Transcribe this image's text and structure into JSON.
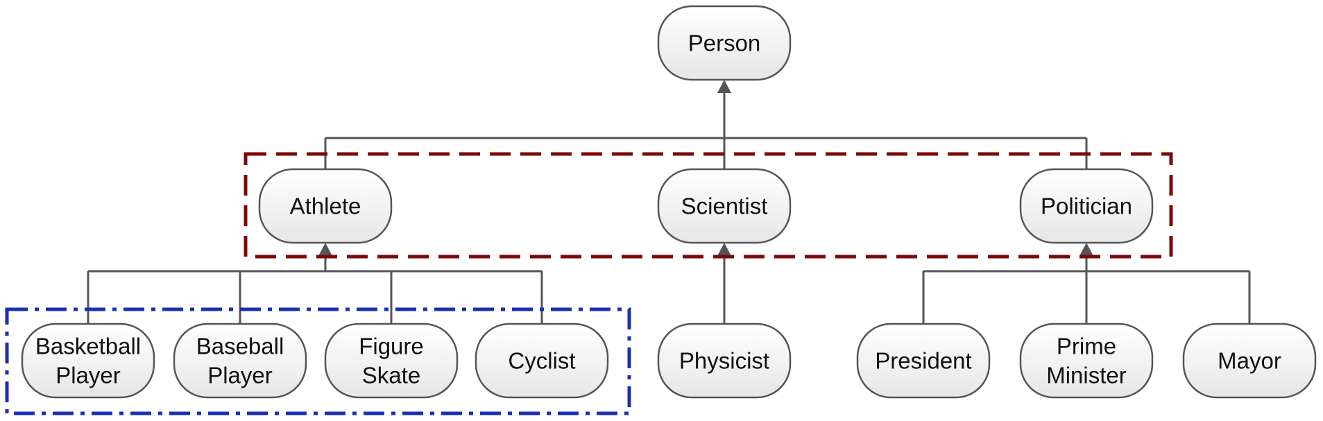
{
  "diagram": {
    "nodes": {
      "person": {
        "lines": [
          "Person"
        ]
      },
      "athlete": {
        "lines": [
          "Athlete"
        ]
      },
      "scientist": {
        "lines": [
          "Scientist"
        ]
      },
      "politician": {
        "lines": [
          "Politician"
        ]
      },
      "basketball": {
        "lines": [
          "Basketball",
          "Player"
        ]
      },
      "baseball": {
        "lines": [
          "Baseball",
          "Player"
        ]
      },
      "figure": {
        "lines": [
          "Figure",
          "Skate"
        ]
      },
      "cyclist": {
        "lines": [
          "Cyclist"
        ]
      },
      "physicist": {
        "lines": [
          "Physicist"
        ]
      },
      "president": {
        "lines": [
          "President"
        ]
      },
      "prime": {
        "lines": [
          "Prime",
          "Minister"
        ]
      },
      "mayor": {
        "lines": [
          "Mayor"
        ]
      }
    },
    "edges": [
      {
        "from": "athlete",
        "to": "person"
      },
      {
        "from": "scientist",
        "to": "person"
      },
      {
        "from": "politician",
        "to": "person"
      },
      {
        "from": "basketball",
        "to": "athlete"
      },
      {
        "from": "baseball",
        "to": "athlete"
      },
      {
        "from": "figure",
        "to": "athlete"
      },
      {
        "from": "cyclist",
        "to": "athlete"
      },
      {
        "from": "physicist",
        "to": "scientist"
      },
      {
        "from": "president",
        "to": "politician"
      },
      {
        "from": "prime",
        "to": "politician"
      },
      {
        "from": "mayor",
        "to": "politician"
      }
    ],
    "groups": {
      "red": {
        "color": "#7a0a0a",
        "style": "dashed",
        "members": [
          "athlete",
          "scientist",
          "politician"
        ]
      },
      "blue": {
        "color": "#1a2fb0",
        "style": "dash-dot",
        "members": [
          "basketball",
          "baseball",
          "figure",
          "cyclist"
        ]
      }
    },
    "colors": {
      "node_fill_top": "#ffffff",
      "node_fill_bottom": "#e6e6e6",
      "node_stroke": "#555555",
      "edge": "#555555"
    }
  }
}
